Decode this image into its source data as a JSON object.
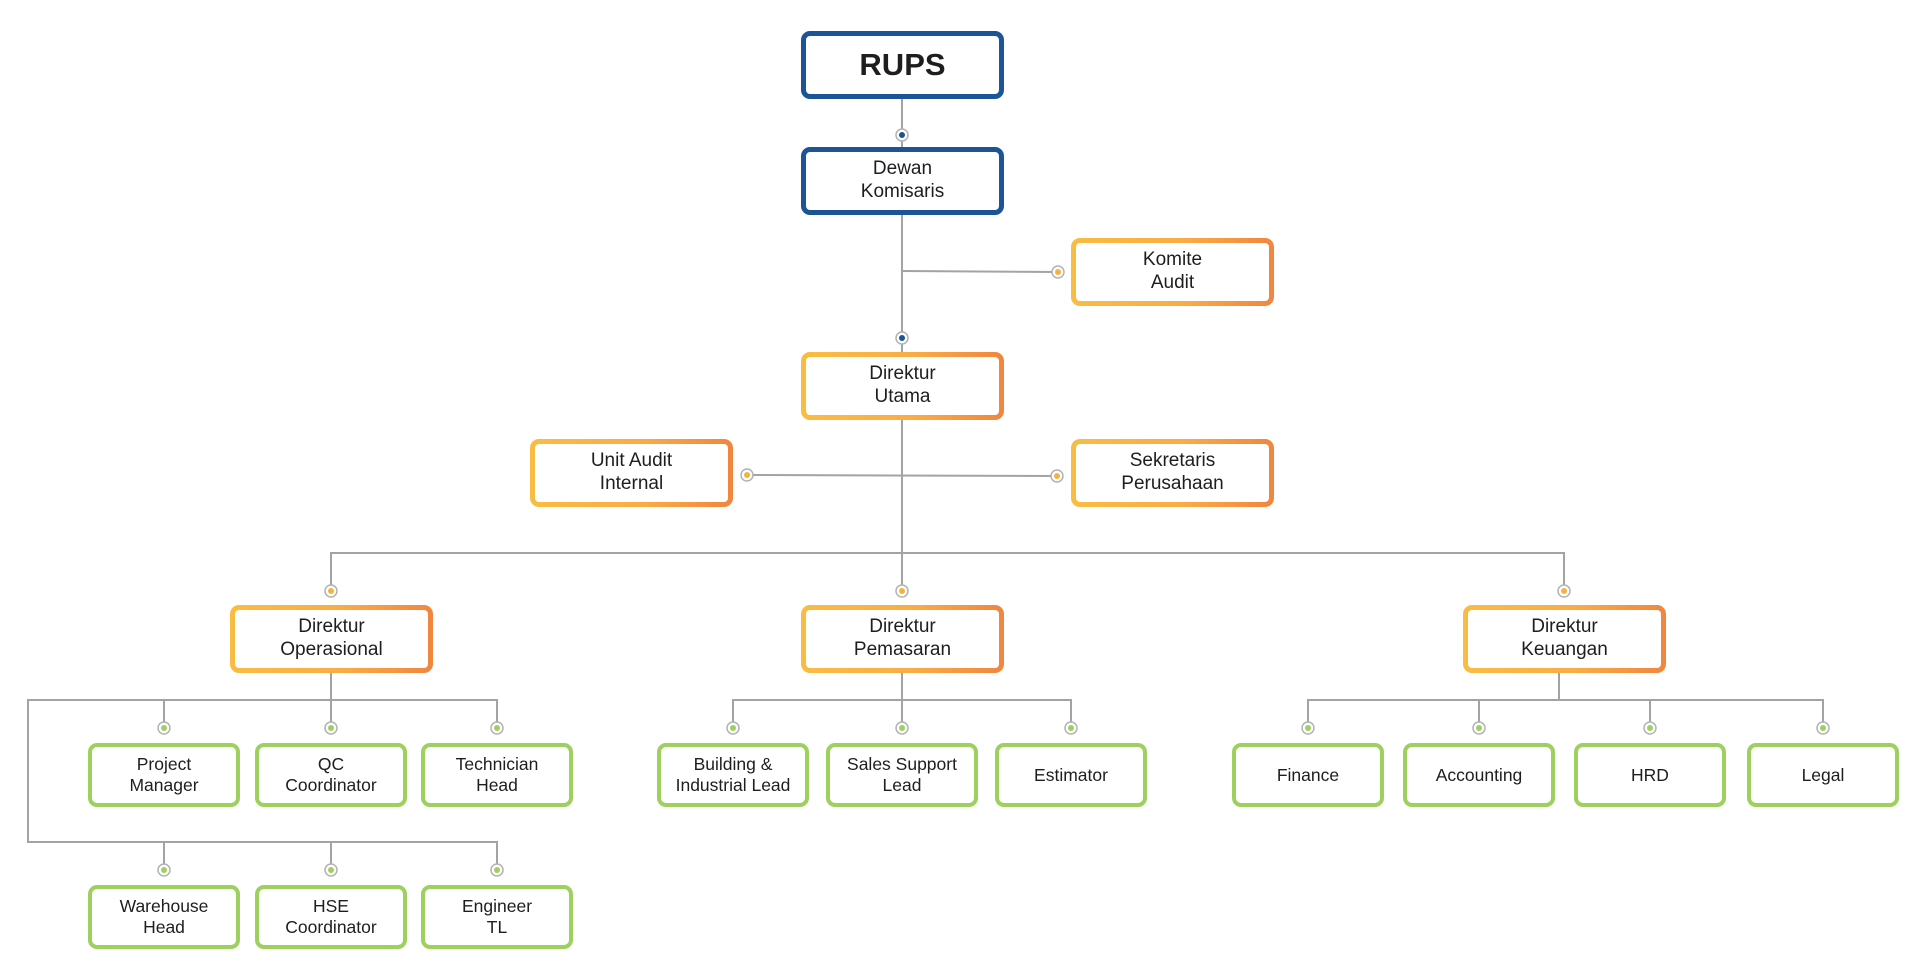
{
  "palette": {
    "blue": "#1b5597",
    "orange_start": "#f9bd43",
    "orange_end": "#f1853f",
    "green": "#9ed05f",
    "connector": "#a3a3a3"
  },
  "nodes": {
    "rups": "RUPS",
    "dewan_komisaris": "Dewan\nKomisaris",
    "komite_audit": "Komite\nAudit",
    "direktur_utama": "Direktur\nUtama",
    "unit_audit_internal": "Unit Audit\nInternal",
    "sekretaris_perusahaan": "Sekretaris\nPerusahaan",
    "direktur_operasional": "Direktur\nOperasional",
    "direktur_pemasaran": "Direktur\nPemasaran",
    "direktur_keuangan": "Direktur\nKeuangan",
    "project_manager": "Project\nManager",
    "qc_coordinator": "QC\nCoordinator",
    "technician_head": "Technician\nHead",
    "warehouse_head": "Warehouse\nHead",
    "hse_coordinator": "HSE\nCoordinator",
    "engineer_tl": "Engineer\nTL",
    "building_industrial_lead": "Building &\nIndustrial Lead",
    "sales_support_lead": "Sales Support\nLead",
    "estimator": "Estimator",
    "finance": "Finance",
    "accounting": "Accounting",
    "hrd": "HRD",
    "legal": "Legal"
  }
}
